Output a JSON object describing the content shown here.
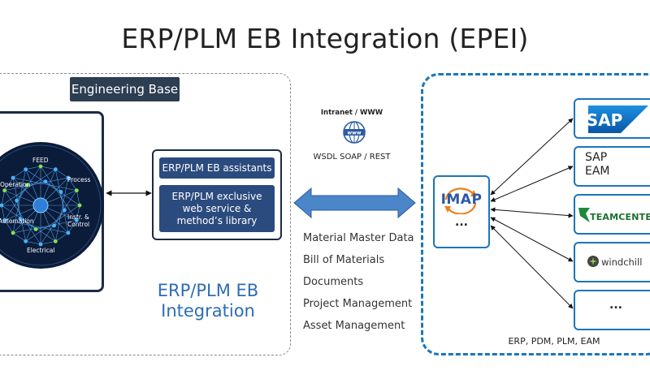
{
  "title": "ERP/PLM EB Integration (EPEI)",
  "engineering_base": {
    "badge": "Engineering Base",
    "wheel": {
      "segments": [
        "FEED",
        "Process",
        "Instr. &",
        "Control",
        "Electrical",
        "Automation",
        "Operation"
      ]
    },
    "assistants_label": "ERP/PLM EB assistants",
    "web_service_lines": [
      "ERP/PLM exclusive",
      "web service &",
      "method’s library"
    ],
    "integration_lines": [
      "ERP/PLM EB",
      "Integration"
    ]
  },
  "connection": {
    "network_label": "Intranet / WWW",
    "globe_text": "www",
    "protocol": "WSDL SOAP / REST",
    "data_types": [
      "Material Master Data",
      "Bill of Materials",
      "Documents",
      "Project Management",
      "Asset Management"
    ]
  },
  "external": {
    "imap_label": "IMAP",
    "imap_more": "...",
    "systems": {
      "sap": "SAP",
      "sap_eam_lines": [
        "SAP",
        "EAM"
      ],
      "teamcenter": "TEAMCENTER",
      "windchill": "windchill",
      "more": "..."
    },
    "footer": "ERP, PDM, PLM, EAM"
  },
  "colors": {
    "navy": "#1c2a44",
    "assist_blue": "#2b4b7e",
    "accent_blue": "#1b75bb",
    "arrow_blue": "#4a86c8",
    "badge_dark": "#2d3d52"
  }
}
